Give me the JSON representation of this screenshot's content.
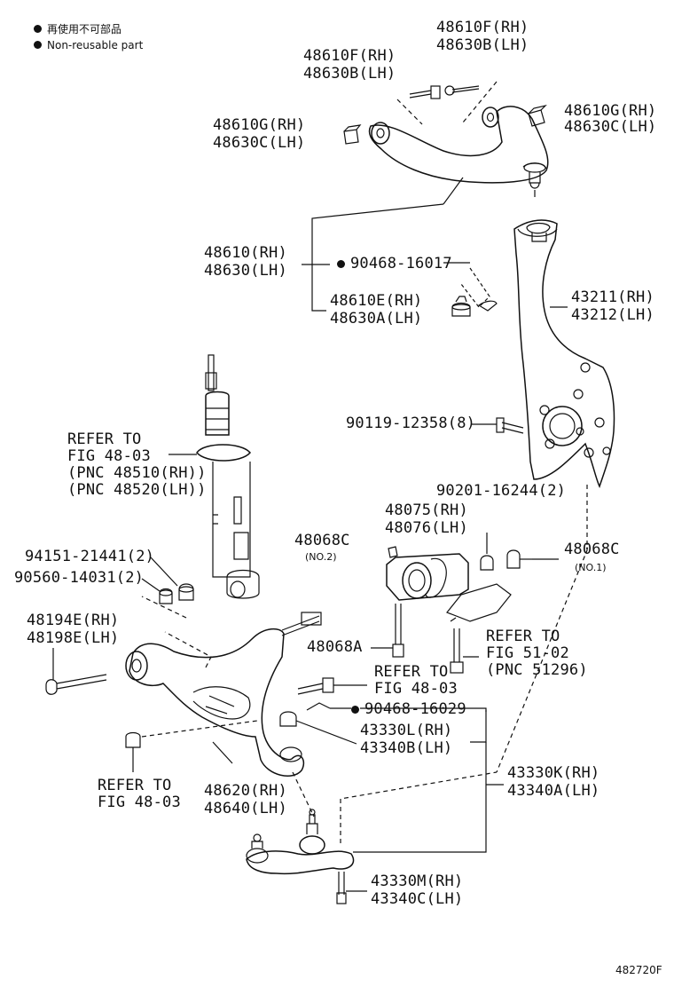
{
  "legend": {
    "jp": "再使用不可部品",
    "en": "Non-reusable part"
  },
  "labels": {
    "p48610f_top_rh": "48610F(RH)",
    "p48630b_top_lh": "48630B(LH)",
    "p48610f_mid_rh": "48610F(RH)",
    "p48630b_mid_lh": "48630B(LH)",
    "p48610g_l_rh": "48610G(RH)",
    "p48630c_l_lh": "48630C(LH)",
    "p48610g_r_rh": "48610G(RH)",
    "p48630c_r_lh": "48630C(LH)",
    "p48610_rh": "48610(RH)",
    "p48630_lh": "48630(LH)",
    "p90468_16017": "90468-16017",
    "p48610e_rh": "48610E(RH)",
    "p48630a_lh": "48630A(LH)",
    "p43211_rh": "43211(RH)",
    "p43212_lh": "43212(LH)",
    "p90119": "90119-12358(8)",
    "ref_strut_1": "REFER TO",
    "ref_strut_2": "FIG 48-03",
    "ref_strut_3": "(PNC 48510(RH))",
    "ref_strut_4": "(PNC 48520(LH))",
    "p90201": "90201-16244(2)",
    "p48075_rh": "48075(RH)",
    "p48076_lh": "48076(LH)",
    "p48068c_no2": "48068C",
    "no2": "(NO.2)",
    "p48068c_no1": "48068C",
    "no1": "(NO.1)",
    "p94151": "94151-21441(2)",
    "p90560": "90560-14031(2)",
    "p48194e_rh": "48194E(RH)",
    "p48198e_lh": "48198E(LH)",
    "p48068a": "48068A",
    "ref_51_1": "REFER TO",
    "ref_51_2": "FIG 51-02",
    "ref_51_3": "(PNC 51296)",
    "ref_48_mid_1": "REFER TO",
    "ref_48_mid_2": "FIG 48-03",
    "p90468_16029": "90468-16029",
    "p43330l_rh": "43330L(RH)",
    "p43340b_lh": "43340B(LH)",
    "p43330k_rh": "43330K(RH)",
    "p43340a_lh": "43340A(LH)",
    "ref_48_low_1": "REFER TO",
    "ref_48_low_2": "FIG 48-03",
    "p48620_rh": "48620(RH)",
    "p48640_lh": "48640(LH)",
    "p43330m_rh": "43330M(RH)",
    "p43340c_lh": "43340C(LH)",
    "figure_id": "482720F"
  }
}
